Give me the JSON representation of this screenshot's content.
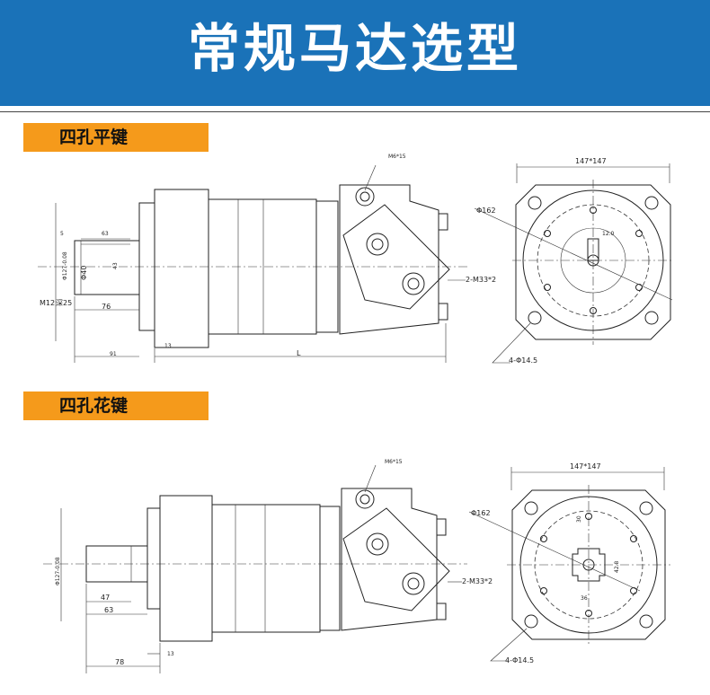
{
  "header": {
    "title": "常规马达选型"
  },
  "sections": [
    {
      "tag": "四孔平键",
      "labels": {
        "top_bolt": "M6*15",
        "dim_5": "5",
        "dim_63": "63",
        "dim_127": "Φ127-0.08",
        "dim_40": "Φ40",
        "dim_43": "43",
        "dim_12": "12",
        "m12": "M12",
        "depth_25": "深25",
        "dim_76": "76",
        "dim_91": "91",
        "dim_13": "13",
        "dim_L": "L",
        "port": "2-M33*2",
        "flange": "147*147",
        "pcd": "Φ162",
        "key_12": "12.0",
        "holes": "4-Φ14.5"
      }
    },
    {
      "tag": "四孔花键",
      "labels": {
        "top_bolt": "M6*15",
        "dim_127": "Φ127-0.08",
        "dim_47": "47",
        "dim_63": "63",
        "dim_78": "78",
        "dim_13": "13",
        "port": "2-M33*2",
        "flange": "147*147",
        "pcd": "Φ162",
        "spline_a": "30",
        "spline_b": "42.8",
        "spline_c": "36",
        "holes": "4-Φ14.5"
      }
    }
  ],
  "colors": {
    "banner": "#1a72b8",
    "tag": "#f59a1b",
    "line": "#222222"
  }
}
